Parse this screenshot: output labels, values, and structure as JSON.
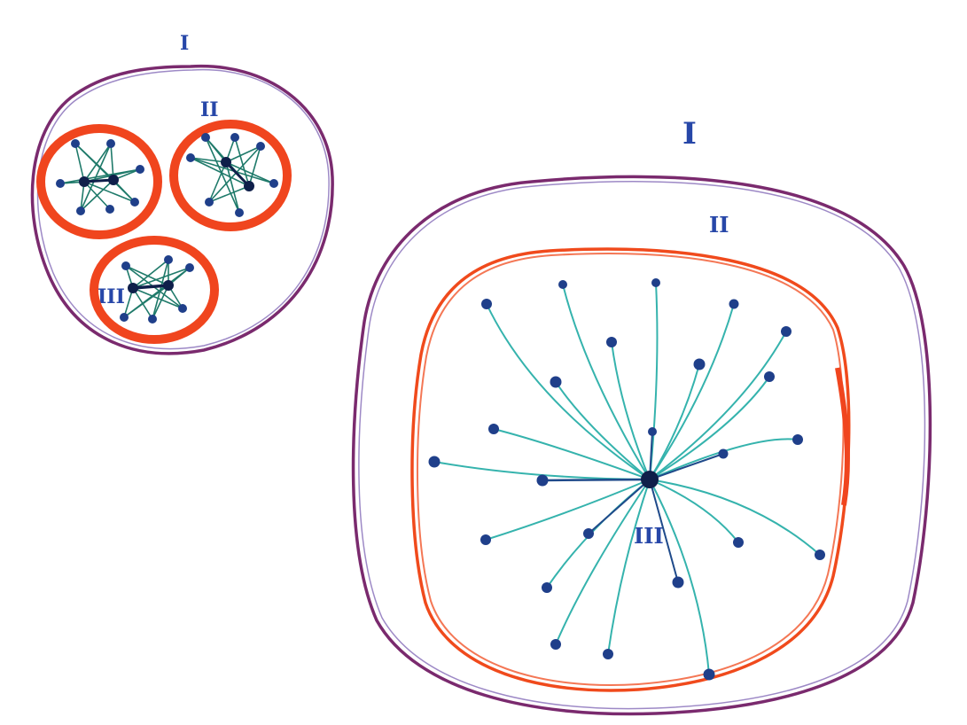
{
  "labels": {
    "small_level_1": "I",
    "small_level_2": "II",
    "small_level_3": "III",
    "big_level_1": "I",
    "big_level_2": "II",
    "big_level_3": "III"
  },
  "colors": {
    "level_1_ring": "#7a2a6e",
    "level_2_ring": "#f0451e",
    "small_edges": "#1f7a6a",
    "big_edges": "#35b3ad",
    "nodes": "#1f3f8a",
    "labels": "#2747a8"
  }
}
